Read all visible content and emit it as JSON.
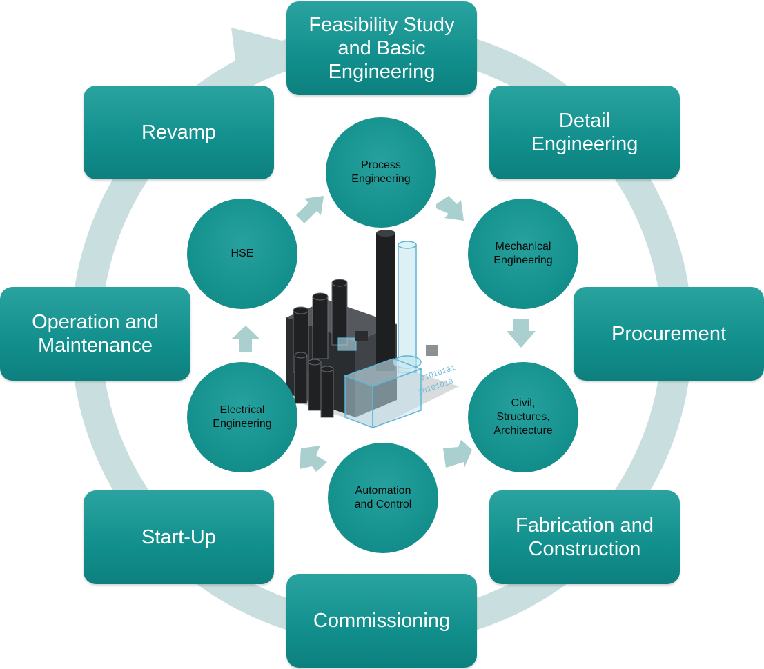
{
  "colors": {
    "box_fill": "#139492",
    "circle_fill": "#15918e",
    "ring": "#c7dcdc",
    "chevron": "#a9cfcf",
    "box_text": "#ffffff",
    "circle_text": "#0a0a0a"
  },
  "outer_steps": [
    {
      "id": "feasibility",
      "label": "Feasibility Study\nand Basic\nEngineering"
    },
    {
      "id": "detail",
      "label": "Detail\nEngineering"
    },
    {
      "id": "procurement",
      "label": "Procurement"
    },
    {
      "id": "fabrication",
      "label": "Fabrication and\nConstruction"
    },
    {
      "id": "commissioning",
      "label": "Commissioning"
    },
    {
      "id": "startup",
      "label": "Start-Up"
    },
    {
      "id": "operation",
      "label": "Operation and\nMaintenance"
    },
    {
      "id": "revamp",
      "label": "Revamp"
    }
  ],
  "inner_disciplines": [
    {
      "id": "process",
      "label": "Process\nEngineering"
    },
    {
      "id": "mechanical",
      "label": "Mechanical\nEngineering"
    },
    {
      "id": "civil",
      "label": "Civil,\nStructures,\nArchitecture"
    },
    {
      "id": "automation",
      "label": "Automation\nand Control"
    },
    {
      "id": "electrical",
      "label": "Electrical\nEngineering"
    },
    {
      "id": "hse",
      "label": "HSE"
    }
  ],
  "illustration": {
    "name": "industrial-plant-illustration",
    "binary_text_1": "01010101",
    "binary_text_2": "10101010"
  }
}
